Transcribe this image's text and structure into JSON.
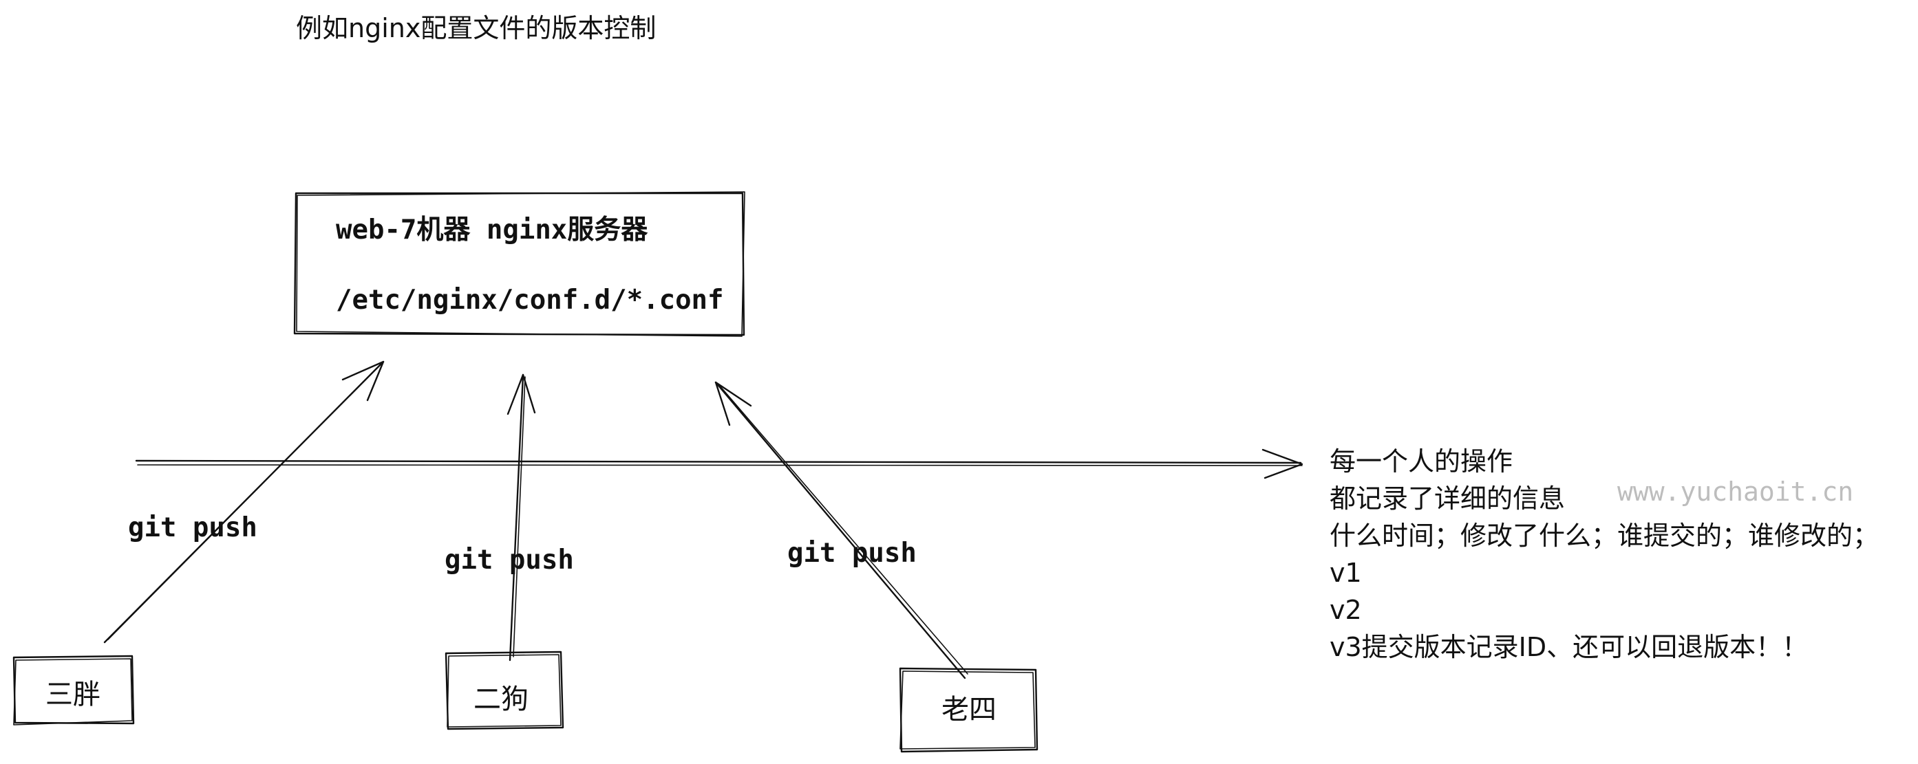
{
  "diagram": {
    "title": "例如nginx配置文件的版本控制",
    "server": {
      "line1": "web-7机器  nginx服务器",
      "line2": "/etc/nginx/conf.d/*.conf"
    },
    "users": [
      {
        "name": "三胖",
        "action": "git push"
      },
      {
        "name": "二狗",
        "action": "git push"
      },
      {
        "name": "老四",
        "action": "git push"
      }
    ],
    "notes": [
      "每一个人的操作",
      "都记录了详细的信息",
      "什么时间；修改了什么；谁提交的；谁修改的；",
      "v1",
      "v2",
      "v3提交版本记录ID、还可以回退版本！！"
    ],
    "watermark": "www.yuchaoit.cn"
  },
  "colors": {
    "stroke": "#111111",
    "watermark": "#bdbdbd",
    "background": "#ffffff"
  }
}
